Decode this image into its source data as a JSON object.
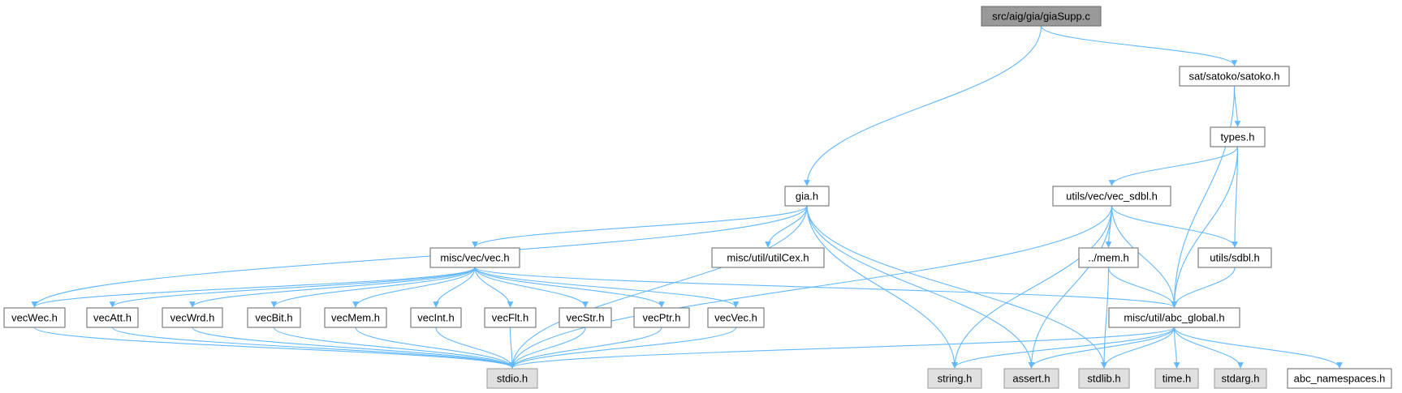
{
  "colors": {
    "edge": "#63b8ff",
    "root_fill": "#999999",
    "local_fill": "#ffffff",
    "system_fill": "#e0e0e0",
    "border": "#666666"
  },
  "graph": {
    "root": "src/aig/gia/giaSupp.c",
    "nodes": [
      {
        "id": "root",
        "label": "src/aig/gia/giaSupp.c",
        "kind": "root"
      },
      {
        "id": "gia_h",
        "label": "gia.h",
        "kind": "local"
      },
      {
        "id": "satoko_h",
        "label": "sat/satoko/satoko.h",
        "kind": "local"
      },
      {
        "id": "types_h",
        "label": "types.h",
        "kind": "local"
      },
      {
        "id": "vec_sdbl_h",
        "label": "utils/vec/vec_sdbl.h",
        "kind": "local"
      },
      {
        "id": "misc_vec_h",
        "label": "misc/vec/vec.h",
        "kind": "local"
      },
      {
        "id": "utilcex_h",
        "label": "misc/util/utilCex.h",
        "kind": "local"
      },
      {
        "id": "mem_h",
        "label": "../mem.h",
        "kind": "local"
      },
      {
        "id": "sdbl_h",
        "label": "utils/sdbl.h",
        "kind": "local"
      },
      {
        "id": "vecwec_h",
        "label": "vecWec.h",
        "kind": "local"
      },
      {
        "id": "vecatt_h",
        "label": "vecAtt.h",
        "kind": "local"
      },
      {
        "id": "vecwrd_h",
        "label": "vecWrd.h",
        "kind": "local"
      },
      {
        "id": "vecbit_h",
        "label": "vecBit.h",
        "kind": "local"
      },
      {
        "id": "vecmem_h",
        "label": "vecMem.h",
        "kind": "local"
      },
      {
        "id": "vecint_h",
        "label": "vecInt.h",
        "kind": "local"
      },
      {
        "id": "vecflt_h",
        "label": "vecFlt.h",
        "kind": "local"
      },
      {
        "id": "vecstr_h",
        "label": "vecStr.h",
        "kind": "local"
      },
      {
        "id": "vecptr_h",
        "label": "vecPtr.h",
        "kind": "local"
      },
      {
        "id": "vecvec_h",
        "label": "vecVec.h",
        "kind": "local"
      },
      {
        "id": "abc_global_h",
        "label": "misc/util/abc_global.h",
        "kind": "local"
      },
      {
        "id": "stdio_h",
        "label": "stdio.h",
        "kind": "system"
      },
      {
        "id": "string_h",
        "label": "string.h",
        "kind": "system"
      },
      {
        "id": "assert_h",
        "label": "assert.h",
        "kind": "system"
      },
      {
        "id": "stdlib_h",
        "label": "stdlib.h",
        "kind": "system"
      },
      {
        "id": "time_h",
        "label": "time.h",
        "kind": "system"
      },
      {
        "id": "stdarg_h",
        "label": "stdarg.h",
        "kind": "system"
      },
      {
        "id": "abc_namespaces_h",
        "label": "abc_namespaces.h",
        "kind": "local"
      }
    ],
    "edges": [
      [
        "root",
        "gia_h"
      ],
      [
        "root",
        "satoko_h"
      ],
      [
        "satoko_h",
        "types_h"
      ],
      [
        "satoko_h",
        "abc_global_h"
      ],
      [
        "types_h",
        "vec_sdbl_h"
      ],
      [
        "types_h",
        "sdbl_h"
      ],
      [
        "types_h",
        "abc_global_h"
      ],
      [
        "vec_sdbl_h",
        "mem_h"
      ],
      [
        "vec_sdbl_h",
        "sdbl_h"
      ],
      [
        "vec_sdbl_h",
        "abc_global_h"
      ],
      [
        "vec_sdbl_h",
        "stdio_h"
      ],
      [
        "vec_sdbl_h",
        "string_h"
      ],
      [
        "vec_sdbl_h",
        "assert_h"
      ],
      [
        "mem_h",
        "abc_global_h"
      ],
      [
        "mem_h",
        "stdlib_h"
      ],
      [
        "sdbl_h",
        "abc_global_h"
      ],
      [
        "gia_h",
        "misc_vec_h"
      ],
      [
        "gia_h",
        "utilcex_h"
      ],
      [
        "gia_h",
        "vecwec_h"
      ],
      [
        "gia_h",
        "stdio_h"
      ],
      [
        "gia_h",
        "string_h"
      ],
      [
        "gia_h",
        "assert_h"
      ],
      [
        "gia_h",
        "stdlib_h"
      ],
      [
        "misc_vec_h",
        "vecwec_h"
      ],
      [
        "misc_vec_h",
        "vecatt_h"
      ],
      [
        "misc_vec_h",
        "vecwrd_h"
      ],
      [
        "misc_vec_h",
        "vecbit_h"
      ],
      [
        "misc_vec_h",
        "vecmem_h"
      ],
      [
        "misc_vec_h",
        "vecint_h"
      ],
      [
        "misc_vec_h",
        "vecflt_h"
      ],
      [
        "misc_vec_h",
        "vecstr_h"
      ],
      [
        "misc_vec_h",
        "vecptr_h"
      ],
      [
        "misc_vec_h",
        "vecvec_h"
      ],
      [
        "misc_vec_h",
        "abc_global_h"
      ],
      [
        "vecwec_h",
        "stdio_h"
      ],
      [
        "vecatt_h",
        "stdio_h"
      ],
      [
        "vecwrd_h",
        "stdio_h"
      ],
      [
        "vecbit_h",
        "stdio_h"
      ],
      [
        "vecmem_h",
        "stdio_h"
      ],
      [
        "vecint_h",
        "stdio_h"
      ],
      [
        "vecflt_h",
        "stdio_h"
      ],
      [
        "vecstr_h",
        "stdio_h"
      ],
      [
        "vecptr_h",
        "stdio_h"
      ],
      [
        "vecvec_h",
        "stdio_h"
      ],
      [
        "abc_global_h",
        "stdio_h"
      ],
      [
        "abc_global_h",
        "string_h"
      ],
      [
        "abc_global_h",
        "assert_h"
      ],
      [
        "abc_global_h",
        "stdlib_h"
      ],
      [
        "abc_global_h",
        "time_h"
      ],
      [
        "abc_global_h",
        "stdarg_h"
      ],
      [
        "abc_global_h",
        "abc_namespaces_h"
      ]
    ]
  }
}
